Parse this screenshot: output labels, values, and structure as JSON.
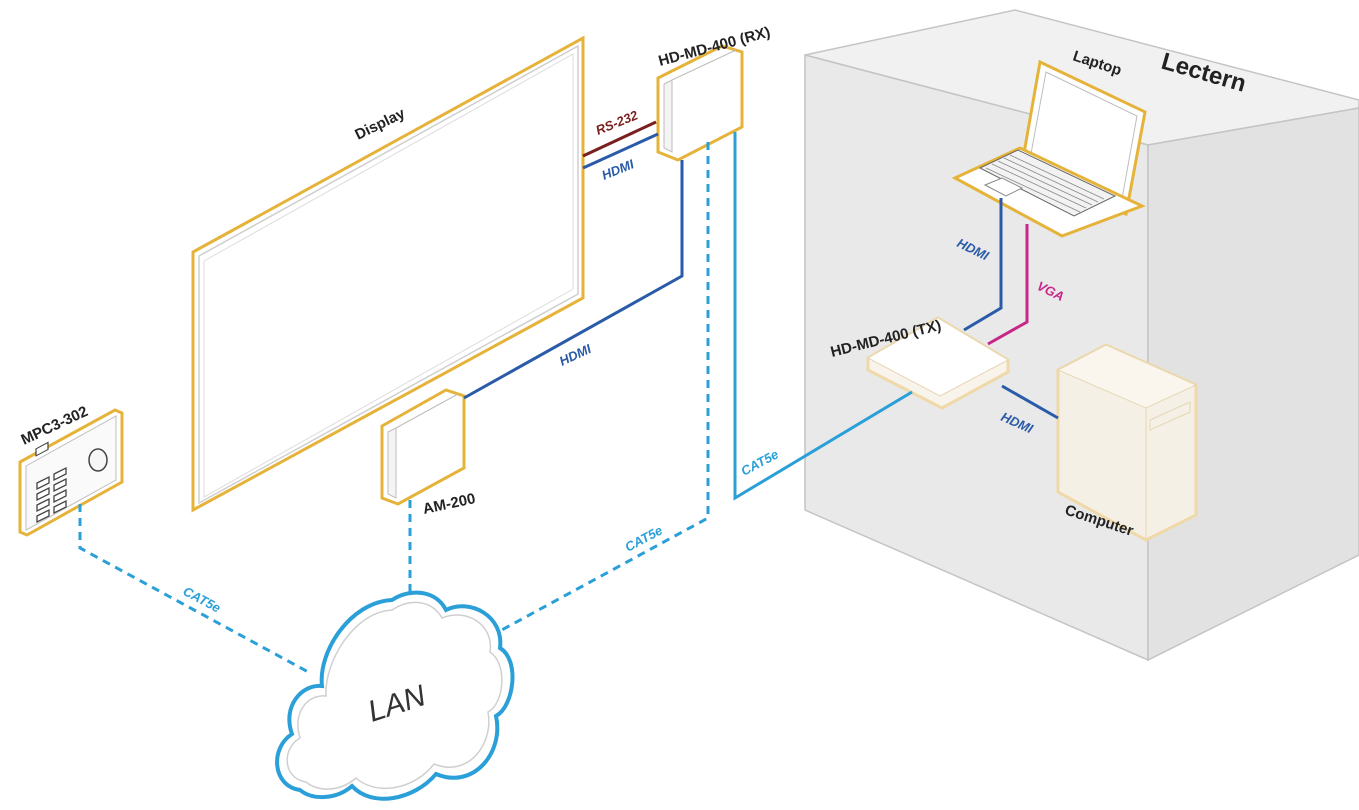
{
  "labels": {
    "display": "Display",
    "rx": "HD-MD-400 (RX)",
    "tx": "HD-MD-400 (TX)",
    "lectern": "Lectern",
    "laptop": "Laptop",
    "computer": "Computer",
    "mpc": "MPC3-302",
    "am200": "AM-200",
    "lan": "LAN"
  },
  "cables": {
    "rs232": "RS-232",
    "hdmi_rx_display": "HDMI",
    "hdmi_am200": "HDMI",
    "hdmi_laptop": "HDMI",
    "vga_laptop": "VGA",
    "hdmi_computer": "HDMI",
    "cat5e_tx": "CAT5e",
    "cat5e_rx_lan": "CAT5e",
    "cat5e_mpc_lan": "CAT5e"
  },
  "colors": {
    "device_outline": "#e6b33a",
    "device_outline_faded": "#f0d9a8",
    "hdmi": "#2a5ba8",
    "cat5e": "#2a9fd8",
    "rs232": "#7a1f1f",
    "vga": "#c8278a",
    "lectern_fill": "#eeeeee",
    "cloud_stroke": "#2a9fd8"
  }
}
